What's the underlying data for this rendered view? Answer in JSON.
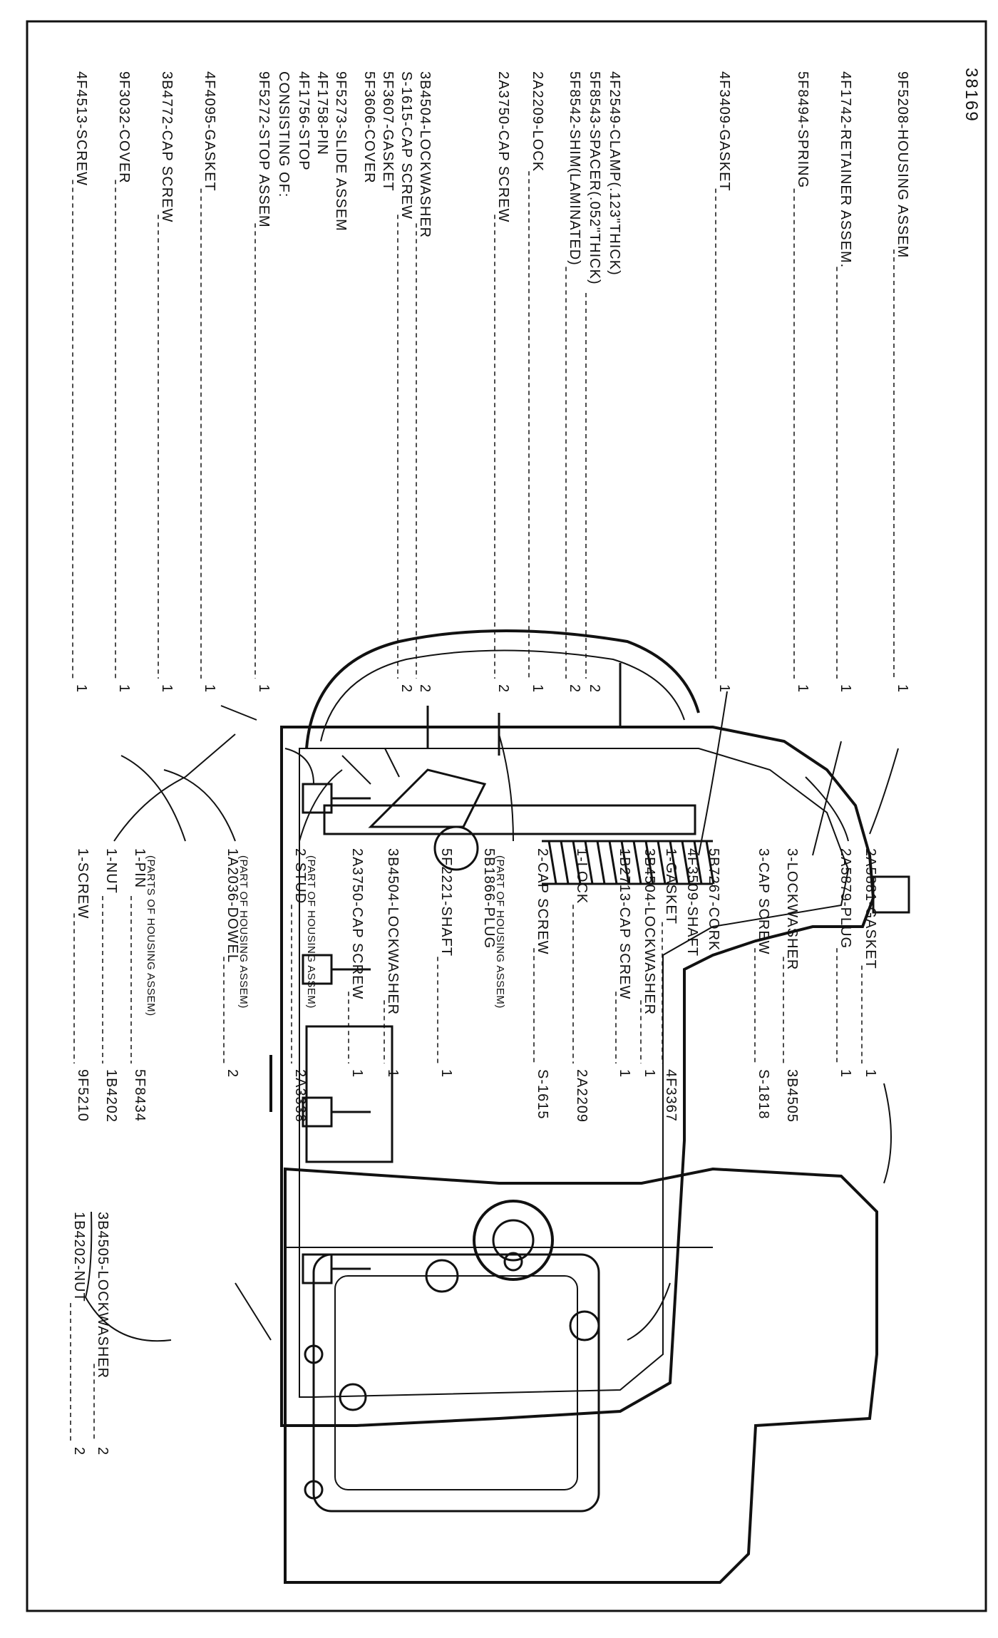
{
  "figure_number": "38169",
  "cutaway_labels": [
    "4F4513-SCREW",
    "9F3032-COVER",
    "3B4772-CAP SCREW",
    "4F4095-GASKET",
    "9F5272-STOP ASSEM",
    "CONSISTING OF:",
    "4F1756-STOP",
    "4F1758-PIN",
    "9F5273-SLIDE ASSEM",
    "5F3606-COVER",
    "5F3607-GASKET",
    "S-1615-CAP SCREW",
    "3B4504-LOCKWASHER",
    "2A3750-CAP SCREW",
    "2A2209-LOCK",
    "5F8542-SHIM(LAMINATED)",
    "5F8543-SPACER(.052\"THICK)",
    "4F2549-CLAMP(.123\"THICK)",
    "4F3409-GASKET",
    "5F8494-SPRING",
    "4F1742-RETAINER ASSEM.",
    "9F5208-HOUSING ASSEM"
  ],
  "cutaway_qty": [
    "1",
    "1",
    "1",
    "1",
    "1",
    "",
    "",
    "",
    "",
    "",
    "",
    "2",
    "2",
    "2",
    "1",
    "2",
    "2",
    "",
    "1",
    "1",
    "1",
    "1"
  ],
  "middle_labels": [
    "1-SCREW",
    "1-NUT",
    "1-PIN",
    "1A2036-DOWEL",
    "2-STUD",
    "2A3750-CAP SCREW",
    "3B4504-LOCKWASHER",
    "5F2221-SHAFT",
    "5B1866-PLUG",
    "2-CAP SCREW",
    "1-LOCK",
    "1B2713-CAP SCREW",
    "3B4504-LOCKWASHER",
    "1-GASKET",
    "4F3509-SHAFT",
    "5B7267-CORK",
    "3-CAP SCREW",
    "3-LOCKWASHER",
    "2A5879-PLUG",
    "2A5881-GASKET"
  ],
  "middle_values": [
    "9F5210",
    "1B4202",
    "5F8434",
    "2",
    "2A3338",
    "1",
    "1",
    "1",
    "",
    "S-1615",
    "2A2209",
    "1",
    "1",
    "4F3367",
    "",
    "",
    "S-1818",
    "3B4505",
    "1",
    "1"
  ],
  "middle_notes": [
    "",
    "",
    "(PARTS OF HOUSING ASSEM)",
    "(PART OF HOUSING ASSEM)",
    "(PART OF HOUSING ASSEM)",
    "",
    "",
    "",
    "(PART OF HOUSING ASSEM)",
    "",
    "",
    "",
    "",
    "",
    "",
    "",
    "",
    "",
    "",
    ""
  ],
  "exterior_labels": [
    "1B4202-NUT",
    "3B4505-LOCKWASHER"
  ],
  "exterior_qty": [
    "2",
    "2"
  ]
}
